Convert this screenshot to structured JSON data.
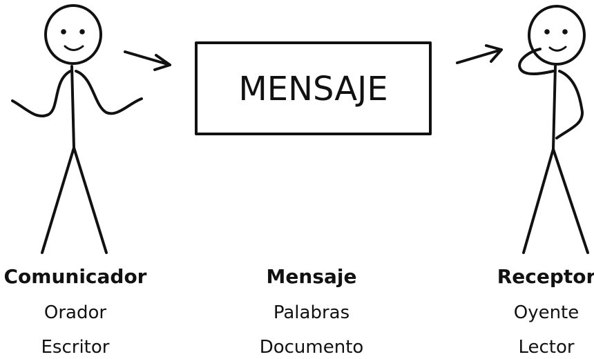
{
  "box": {
    "text": "MENSAJE"
  },
  "columns": {
    "left": {
      "title": "Comunicador",
      "items": [
        "Orador",
        "Escritor"
      ]
    },
    "middle": {
      "title": "Mensaje",
      "items": [
        "Palabras",
        "Documento"
      ]
    },
    "right": {
      "title": "Receptor",
      "items": [
        "Oyente",
        "Lector"
      ]
    }
  }
}
